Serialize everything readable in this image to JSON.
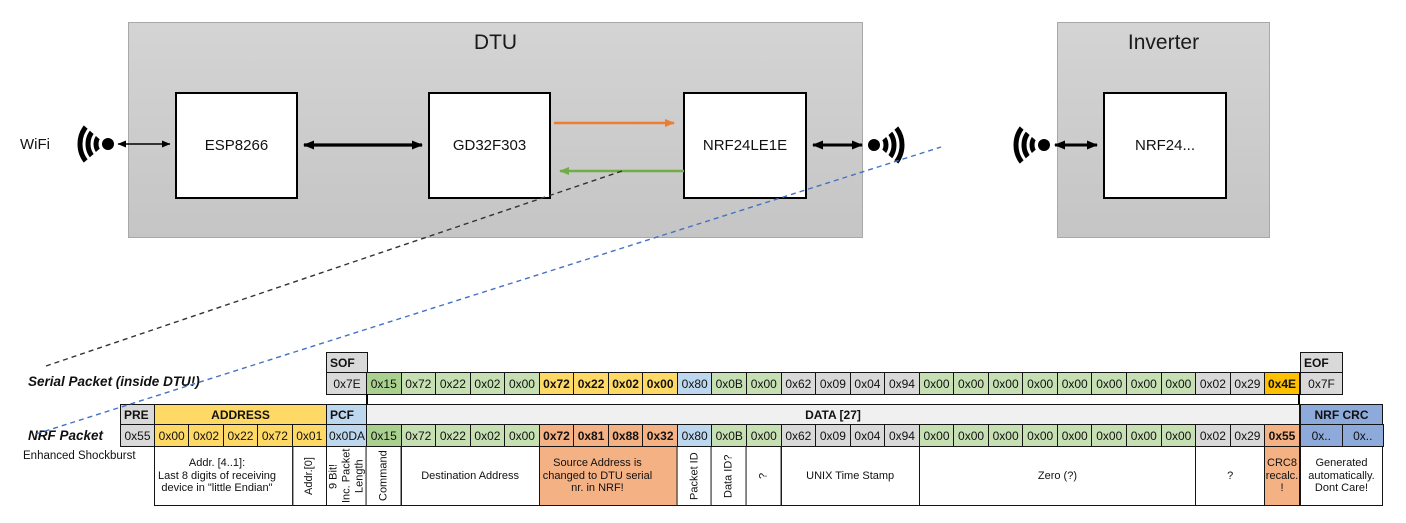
{
  "diagram": {
    "wifi_label": "WiFi",
    "dtu": {
      "title": "DTU",
      "components": [
        "ESP8266",
        "GD32F303",
        "NRF24LE1E"
      ]
    },
    "inverter": {
      "title": "Inverter",
      "component": "NRF24..."
    },
    "link_colors": {
      "uart_to_nrf": "#ED7D31",
      "uart_to_gd32": "#70AD47",
      "radio_callout": "#4472C4"
    }
  },
  "serial_packet": {
    "label": "Serial Packet (inside DTU!)",
    "sof_header": "SOF",
    "sof_value": "0x7E",
    "eof_header": "EOF",
    "eof_value": "0x7F",
    "bytes": [
      {
        "v": "0x15",
        "c": "g2"
      },
      {
        "v": "0x72",
        "c": "g"
      },
      {
        "v": "0x22",
        "c": "g"
      },
      {
        "v": "0x02",
        "c": "g"
      },
      {
        "v": "0x00",
        "c": "g"
      },
      {
        "v": "0x72",
        "c": "y"
      },
      {
        "v": "0x22",
        "c": "y"
      },
      {
        "v": "0x02",
        "c": "y"
      },
      {
        "v": "0x00",
        "c": "y"
      },
      {
        "v": "0x80",
        "c": "b"
      },
      {
        "v": "0x0B",
        "c": "g"
      },
      {
        "v": "0x00",
        "c": "g"
      },
      {
        "v": "0x62",
        "c": "gr"
      },
      {
        "v": "0x09",
        "c": "gr"
      },
      {
        "v": "0x04",
        "c": "gr"
      },
      {
        "v": "0x94",
        "c": "gr"
      },
      {
        "v": "0x00",
        "c": "g"
      },
      {
        "v": "0x00",
        "c": "g"
      },
      {
        "v": "0x00",
        "c": "g"
      },
      {
        "v": "0x00",
        "c": "g"
      },
      {
        "v": "0x00",
        "c": "g"
      },
      {
        "v": "0x00",
        "c": "g"
      },
      {
        "v": "0x00",
        "c": "g"
      },
      {
        "v": "0x00",
        "c": "g"
      },
      {
        "v": "0x02",
        "c": "gr"
      },
      {
        "v": "0x29",
        "c": "gr"
      },
      {
        "v": "0x4E",
        "c": "a"
      }
    ]
  },
  "nrf_packet": {
    "label": "NRF Packet",
    "sublabel": "Enhanced Shockburst",
    "pre_header": "PRE",
    "pre_value": "0x55",
    "address_header": "ADDRESS",
    "address_values": [
      "0x00",
      "0x02",
      "0x22",
      "0x72",
      "0x01"
    ],
    "pcf_header": "PCF",
    "pcf_value": "0x0DA",
    "data_header": "DATA [27]",
    "crc_header": "NRF CRC",
    "crc_values": [
      "0x..",
      "0x.."
    ],
    "bytes": [
      {
        "v": "0x15",
        "c": "g2"
      },
      {
        "v": "0x72",
        "c": "g"
      },
      {
        "v": "0x22",
        "c": "g"
      },
      {
        "v": "0x02",
        "c": "g"
      },
      {
        "v": "0x00",
        "c": "g"
      },
      {
        "v": "0x72",
        "c": "o"
      },
      {
        "v": "0x81",
        "c": "o"
      },
      {
        "v": "0x88",
        "c": "o"
      },
      {
        "v": "0x32",
        "c": "o"
      },
      {
        "v": "0x80",
        "c": "b"
      },
      {
        "v": "0x0B",
        "c": "g"
      },
      {
        "v": "0x00",
        "c": "g"
      },
      {
        "v": "0x62",
        "c": "gr"
      },
      {
        "v": "0x09",
        "c": "gr"
      },
      {
        "v": "0x04",
        "c": "gr"
      },
      {
        "v": "0x94",
        "c": "gr"
      },
      {
        "v": "0x00",
        "c": "g"
      },
      {
        "v": "0x00",
        "c": "g"
      },
      {
        "v": "0x00",
        "c": "g"
      },
      {
        "v": "0x00",
        "c": "g"
      },
      {
        "v": "0x00",
        "c": "g"
      },
      {
        "v": "0x00",
        "c": "g"
      },
      {
        "v": "0x00",
        "c": "g"
      },
      {
        "v": "0x00",
        "c": "g"
      },
      {
        "v": "0x02",
        "c": "gr"
      },
      {
        "v": "0x29",
        "c": "gr"
      },
      {
        "v": "0x55",
        "c": "o"
      }
    ]
  },
  "annotations": {
    "left": [
      {
        "text": "Addr. [4..1]:\nLast 8 digits of receiving\ndevice in \"little Endian\"",
        "cls": "left-al"
      },
      {
        "text": "Addr.[0]",
        "rot": true
      },
      {
        "text": "9 Bit!\nInc. Packet\nLength",
        "rot": true
      }
    ],
    "data": [
      {
        "text": "Command",
        "span": 1,
        "rot": true
      },
      {
        "text": "Destination Address",
        "span": 4
      },
      {
        "text": "Source Address is\nchanged to DTU serial\nnr. in NRF!",
        "span": 4,
        "cls": "sal left-al"
      },
      {
        "text": "Packet ID",
        "span": 1,
        "rot": true
      },
      {
        "text": "Data ID?",
        "span": 1,
        "rot": true
      },
      {
        "text": "?",
        "span": 1,
        "rot": true
      },
      {
        "text": "UNIX Time Stamp",
        "span": 4
      },
      {
        "text": "Zero (?)",
        "span": 8
      },
      {
        "text": "?",
        "span": 2
      },
      {
        "text": "CRC8\nrecalc.\n!",
        "span": 1,
        "cls": "sal"
      }
    ],
    "crc_note": "Generated\nautomatically.\nDont Care!"
  }
}
